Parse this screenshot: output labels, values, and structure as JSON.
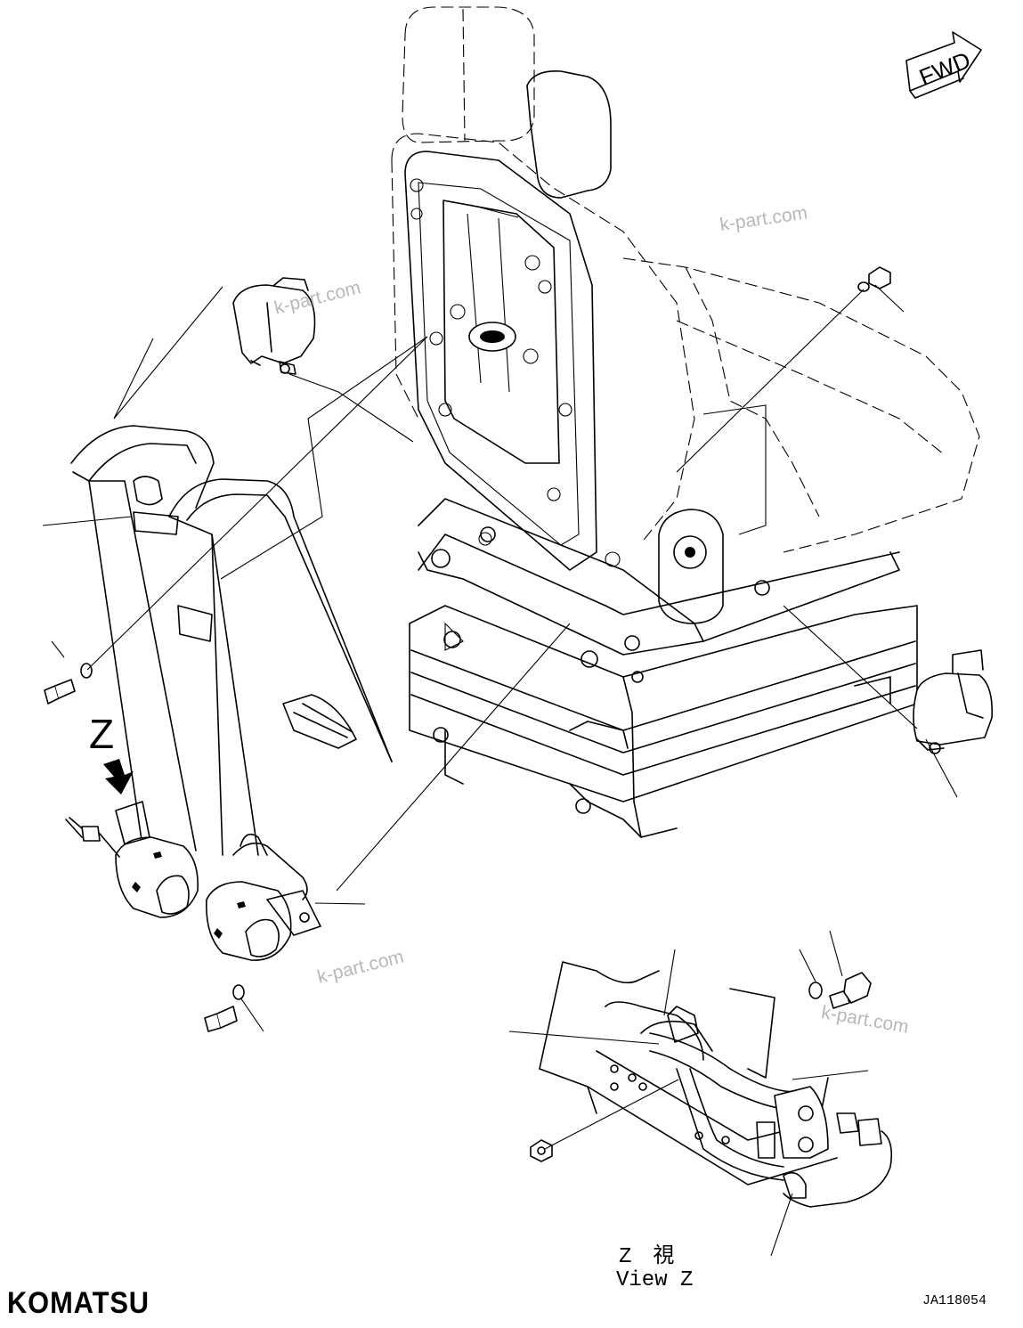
{
  "direction_marker": {
    "label": "FWD",
    "icon": "forward-arrow-icon"
  },
  "watermarks": [
    "k-part.com",
    "k-part.com",
    "k-part.com",
    "k-part.com"
  ],
  "view_marker": {
    "letter": "Z",
    "icon": "view-direction-arrow-icon"
  },
  "view_caption": {
    "jp": "Z　視",
    "en": "View Z"
  },
  "drawing_number": "JA118054",
  "brand": {
    "logo_text": "KOMATSU",
    "icon": "komatsu-logo"
  }
}
